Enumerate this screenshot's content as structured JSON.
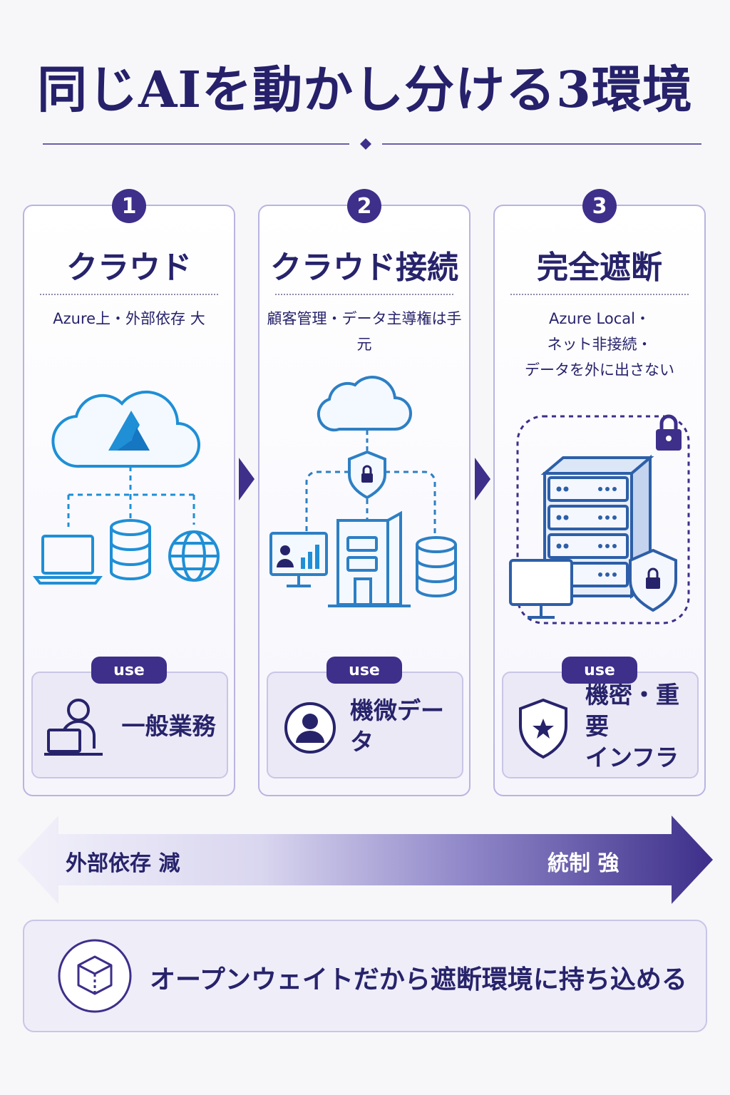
{
  "title": "同じAIを動かし分ける3環境",
  "colors": {
    "navy": "#27236b",
    "accent": "#3d2f8a",
    "azure_blue": "#1f8fd6",
    "line_blue": "#2d7fc4",
    "card_border": "#b9b4e0",
    "use_box_bg": "#ebe9f6"
  },
  "cards": [
    {
      "number": "1",
      "title": "クラウド",
      "desc_lines": [
        "Azure上・外部依存 大"
      ],
      "illustration": [
        "cloud-icon",
        "azure-logo-icon",
        "laptop-icon",
        "database-icon",
        "globe-icon"
      ],
      "use_tag": "use",
      "use_icon": "person-laptop-icon",
      "use_label_lines": [
        "一般業務"
      ]
    },
    {
      "number": "2",
      "title": "クラウド接続",
      "desc_lines": [
        "顧客管理・データ主導権は手元"
      ],
      "illustration": [
        "cloud-icon",
        "shield-lock-icon",
        "monitor-chart-icon",
        "building-icon",
        "database-icon"
      ],
      "use_tag": "use",
      "use_icon": "user-circle-icon",
      "use_label_lines": [
        "機微データ"
      ]
    },
    {
      "number": "3",
      "title": "完全遮断",
      "desc_lines": [
        "Azure Local・",
        "ネット非接続・",
        "データを外に出さない"
      ],
      "illustration": [
        "padlock-icon",
        "server-rack-icon",
        "monitor-icon",
        "shield-lock-icon"
      ],
      "use_tag": "use",
      "use_icon": "shield-star-icon",
      "use_label_lines": [
        "機密・重要",
        "インフラ"
      ]
    }
  ],
  "spectrum": {
    "left_label": "外部依存 減",
    "right_label": "統制 強"
  },
  "footer": {
    "icon": "cube-icon",
    "text": "オープンウェイトだから遮断環境に持ち込める"
  }
}
